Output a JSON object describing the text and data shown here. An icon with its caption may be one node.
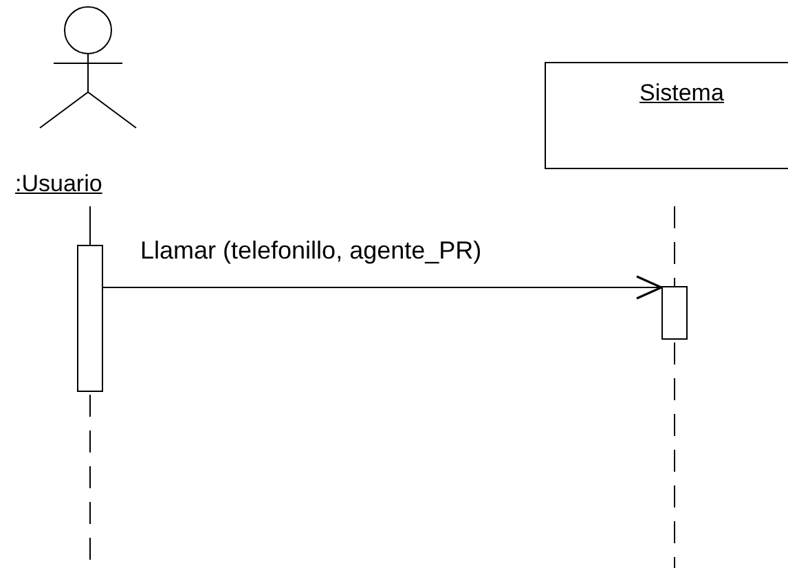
{
  "diagram": {
    "nodes": [
      {
        "text": [
          ":Usuario"
        ]
      },
      {
        "text": [
          "Sistema"
        ]
      },
      {
        "text": [],
        "shape": "bar"
      },
      {
        "text": [],
        "shape": "bar"
      }
    ],
    "edges": [
      {
        "from": 0,
        "to": 2,
        "arrow": "none"
      },
      {
        "from": 1,
        "to": 3,
        "arrow": "none",
        "style": "dashed"
      },
      {
        "from": 2,
        "to": 3,
        "arrow": "to",
        "label": "Llamar (telefonillo, agente_PR)"
      },
      {
        "from": 2,
        "to": null,
        "arrow": "none",
        "style": "dashed"
      },
      {
        "from": 3,
        "to": null,
        "arrow": "none",
        "style": "dashed"
      }
    ]
  }
}
